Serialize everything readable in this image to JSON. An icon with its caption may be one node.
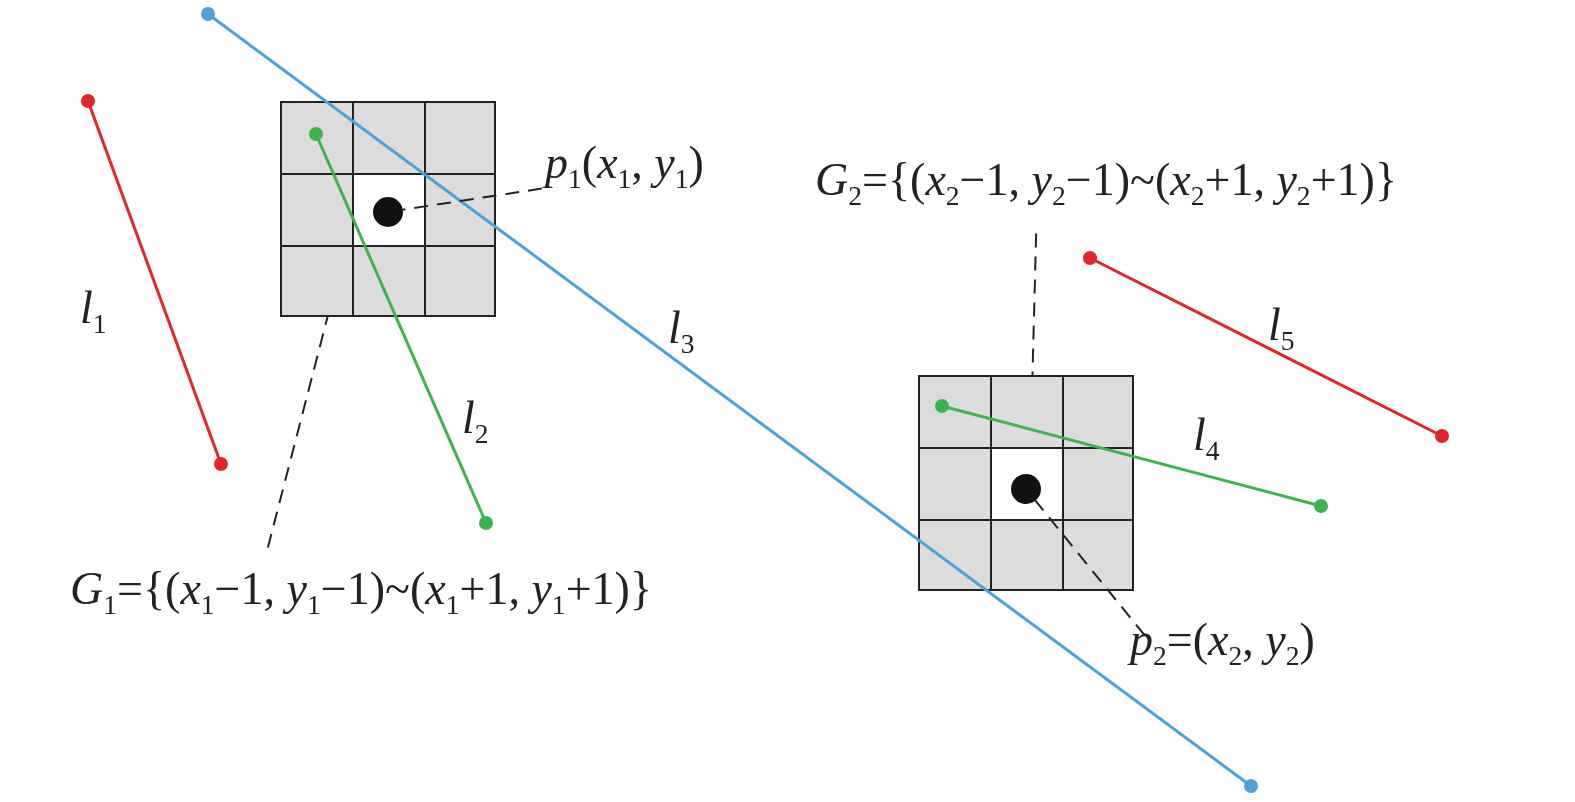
{
  "diagram": {
    "nodes": [
      {
        "text": [],
        "shape": "box"
      },
      {
        "text": [],
        "shape": "circle",
        "in": 0
      },
      {
        "text": [
          "*p*$_{1}$(*x*$_{1}$, *y*$_{1}$)"
        ]
      },
      {
        "text": [
          "*G*$_{1}$={(*x*$_{1}$−1, *y*$_{1}$−1)~(*x*$_{1}$+1, *y*$_{1}$+1)}"
        ]
      },
      {
        "text": [],
        "shape": "box"
      },
      {
        "text": [],
        "shape": "circle",
        "in": 4
      },
      {
        "text": [
          "*G*$_{2}$={(*x*$_{2}$−1, *y*$_{2}$−1)~(*x*$_{2}$+1, *y*$_{2}$+1)}"
        ]
      },
      {
        "text": [
          "*p*$_{2}$=(*x*$_{2}$, *y*$_{2}$)"
        ]
      }
    ],
    "edges": [
      {
        "from": 2,
        "to": 1,
        "arrow": "none",
        "style": "dashed"
      },
      {
        "from": 3,
        "to": 0,
        "arrow": "none",
        "style": "dashed"
      },
      {
        "from": 6,
        "to": 4,
        "arrow": "none",
        "style": "dashed"
      },
      {
        "from": 7,
        "to": 5,
        "arrow": "none",
        "style": "dashed"
      }
    ],
    "labels": [
      "*l*$_{1}$",
      "*l*$_{3}$",
      "*l*$_{5}$",
      "*l*$_{2}$",
      "*l*$_{4}$"
    ]
  }
}
